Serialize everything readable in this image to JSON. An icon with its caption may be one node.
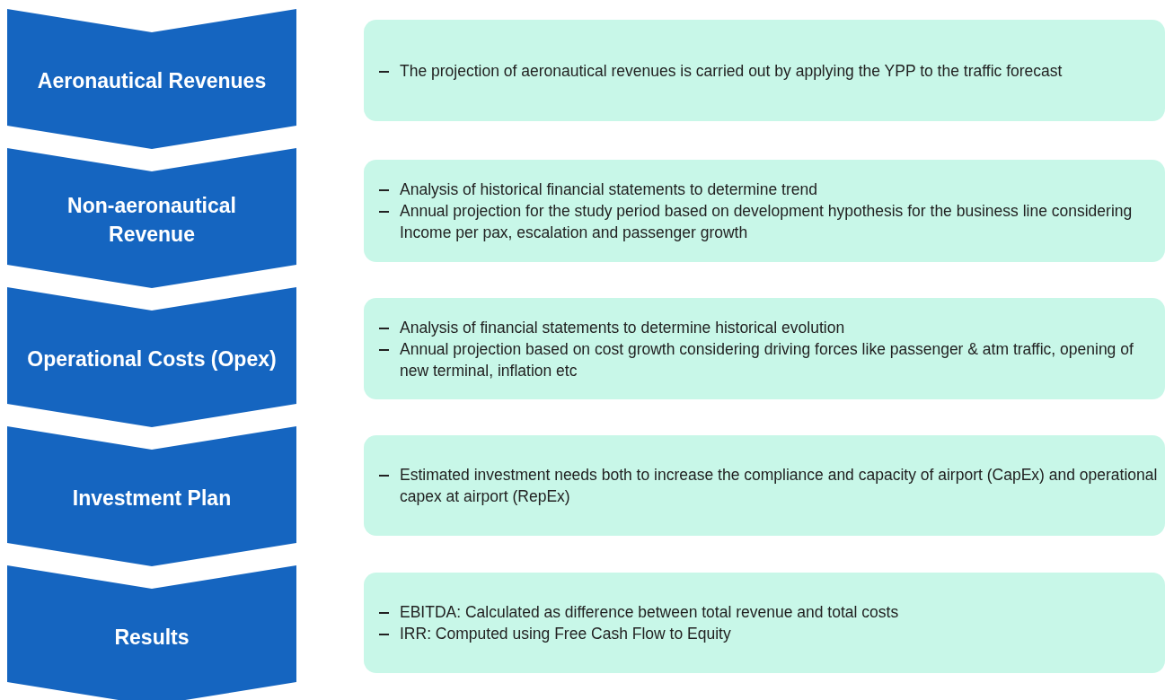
{
  "diagram": {
    "nodes": [
      {
        "text": [
          "Aeronautical Revenues"
        ]
      },
      {
        "text": [
          "The projection of aeronautical revenues is carried out by applying the YPP to the traffic forecast"
        ]
      },
      {
        "text": [
          "Non-aeronautical Revenue"
        ]
      },
      {
        "text": [
          "Analysis of historical financial statements to determine trend",
          "Annual projection for the study period based on development hypothesis for the business line considering Income per pax, escalation and passenger growth"
        ]
      },
      {
        "text": [
          "Operational Costs (Opex)"
        ]
      },
      {
        "text": [
          "Analysis of financial statements to determine historical evolution",
          "Annual projection based on cost growth considering driving forces like passenger & atm traffic, opening of new terminal, inflation etc"
        ]
      },
      {
        "text": [
          "Investment Plan"
        ]
      },
      {
        "text": [
          "Estimated investment needs both to increase the compliance and capacity of airport (CapEx) and operational capex at airport (RepEx)"
        ]
      },
      {
        "text": [
          "Results"
        ]
      },
      {
        "text": [
          "EBITDA: Calculated as difference between total revenue and total costs",
          "IRR: Computed using Free Cash Flow to Equity"
        ]
      }
    ]
  }
}
